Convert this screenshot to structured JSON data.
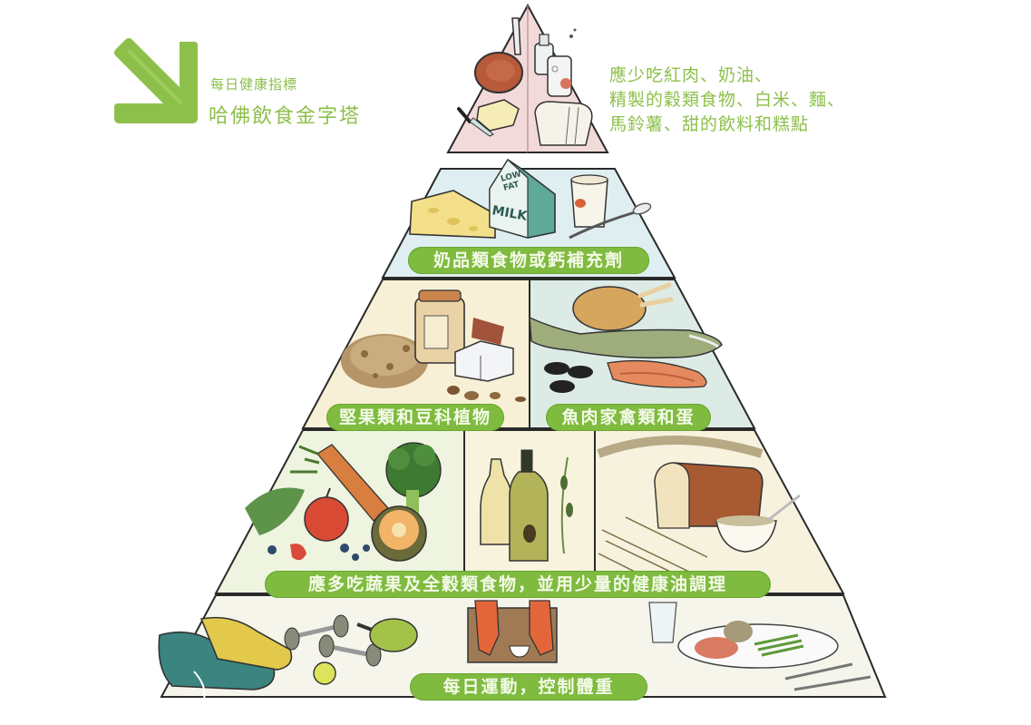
{
  "header": {
    "subtitle": "每日健康指標",
    "title": "哈佛飲食金字塔",
    "arrow_color": "#8dc04a"
  },
  "top_note": {
    "lines": [
      "應少吃紅肉、奶油、",
      "精製的穀類食物、白米、麵、",
      "馬鈴薯、甜的飲料和糕點"
    ]
  },
  "pyramid": {
    "tiers": [
      {
        "id": "limit",
        "label": "",
        "items": [
          "red-meat",
          "butter",
          "knife",
          "milk-bottle",
          "soda-can",
          "white-bread"
        ],
        "color": "#f3d9d9"
      },
      {
        "id": "dairy",
        "label": "奶品類食物或鈣補充劑",
        "items": [
          "cheese",
          "low-fat-milk-carton",
          "yogurt-cup",
          "spoon"
        ],
        "milk_carton_text": [
          "LOW",
          "FAT",
          "MILK"
        ],
        "color": "#dfeef0"
      },
      {
        "id": "protein",
        "sections": [
          {
            "label": "堅果類和豆科植物",
            "items": [
              "nuts",
              "peanut-butter-jar",
              "tofu",
              "beans"
            ],
            "color": "#f8f0d6"
          },
          {
            "label": "魚肉家禽類和蛋",
            "items": [
              "roast-chicken",
              "fish",
              "mussels",
              "salmon-fillet"
            ],
            "color": "#dcebe6"
          }
        ]
      },
      {
        "id": "plants-oils-grains",
        "label": "應多吃蔬果及全穀類食物，並用少量的健康油調理",
        "sections": [
          {
            "items": [
              "carrots",
              "broccoli",
              "apple",
              "melon",
              "berries",
              "strawberry"
            ],
            "color": "#eef4df"
          },
          {
            "items": [
              "oil-bottle",
              "olive-oil-bottle",
              "olive-branch"
            ],
            "color": "#f8f3dd"
          },
          {
            "items": [
              "wheat",
              "bread-loaf",
              "rice-bowl",
              "grain-stalks"
            ],
            "color": "#f6f2de"
          }
        ]
      },
      {
        "id": "exercise",
        "label": "每日運動，控制體重",
        "items": [
          "sneakers",
          "dumbbell",
          "ping-pong-paddle",
          "tennis-ball",
          "feet-on-scale",
          "water-glass",
          "plate-with-salmon-and-beans",
          "fork-and-knife"
        ],
        "color": "#f5f5ec"
      }
    ]
  },
  "colors": {
    "label_pill": "#7fbb3f",
    "label_text": "#f4fae8",
    "outline": "#2a2a2a"
  }
}
